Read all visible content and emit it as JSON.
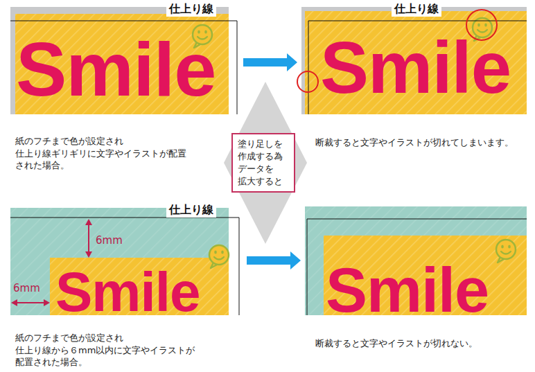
{
  "diagram": {
    "nodes": [
      {
        "text": [
          "仕上り線",
          "Smile",
          "紙のフチまで色が設定され 仕上り線ギリギリに文字やイラストが配置 された場合。"
        ]
      },
      {
        "text": [
          "仕上り線",
          "Smile",
          "断裁すると文字やイラストが切れてしまいます。"
        ]
      },
      {
        "text": [
          "塗り足しを 作成する為 データを 拡大すると"
        ]
      },
      {
        "text": [
          "仕上り線",
          "6mm",
          "6mm",
          "Smile",
          "紙のフチまで色が設定され 仕上り線から６mm以内に文字やイラストが 配置された場合。"
        ]
      },
      {
        "text": [
          "Smile",
          "断裁すると文字やイラストが切れない。"
        ]
      }
    ],
    "edges": [
      {
        "from": 0,
        "to": 1,
        "arrow": "to"
      },
      {
        "from": 3,
        "to": 4,
        "arrow": "to"
      }
    ]
  }
}
